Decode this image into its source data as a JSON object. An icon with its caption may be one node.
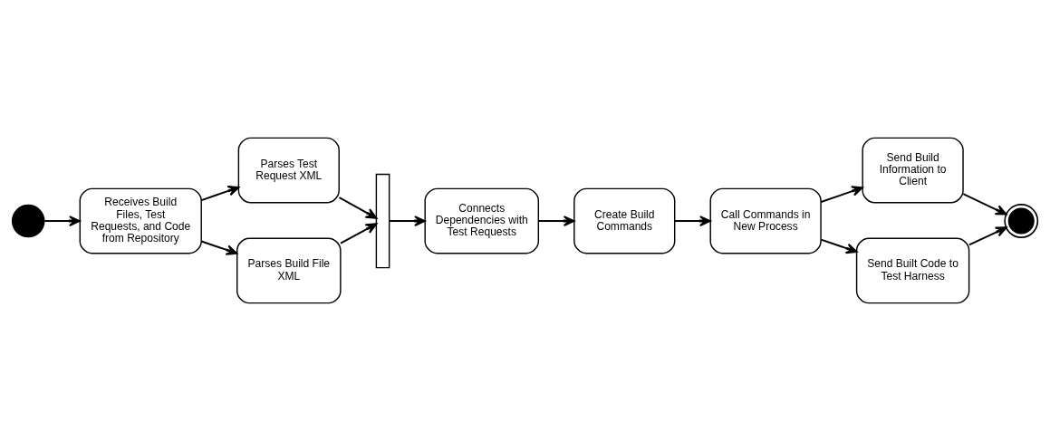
{
  "diagram": {
    "nodes": [
      {
        "text": [],
        "shape": "circle"
      },
      {
        "text": [
          "Receives Build Files, Test Requests, and Code from Repository"
        ]
      },
      {
        "text": [
          "Parses Test Request XML"
        ]
      },
      {
        "text": [
          "Parses Build File XML"
        ]
      },
      {
        "text": [],
        "shape": "bar"
      },
      {
        "text": [
          "Connects Dependencies with Test Requests"
        ]
      },
      {
        "text": [
          "Create Build Commands"
        ]
      },
      {
        "text": [
          "Call Commands in New Process"
        ]
      },
      {
        "text": [
          "Send Build Information to Client"
        ]
      },
      {
        "text": [
          "Send Built Code to Test Harness"
        ]
      },
      {
        "text": [],
        "shape": "circle"
      }
    ],
    "edges": [
      {
        "from": 0,
        "to": 1,
        "arrow": "to"
      },
      {
        "from": 1,
        "to": 2,
        "arrow": "to"
      },
      {
        "from": 1,
        "to": 3,
        "arrow": "to"
      },
      {
        "from": 2,
        "to": 4,
        "arrow": "to"
      },
      {
        "from": 3,
        "to": 4,
        "arrow": "to"
      },
      {
        "from": 4,
        "to": 5,
        "arrow": "to"
      },
      {
        "from": 5,
        "to": 6,
        "arrow": "to"
      },
      {
        "from": 6,
        "to": 7,
        "arrow": "to"
      },
      {
        "from": 7,
        "to": 8,
        "arrow": "to"
      },
      {
        "from": 7,
        "to": 9,
        "arrow": "to"
      },
      {
        "from": 8,
        "to": 10,
        "arrow": "to"
      },
      {
        "from": 9,
        "to": 10,
        "arrow": "to"
      }
    ]
  }
}
